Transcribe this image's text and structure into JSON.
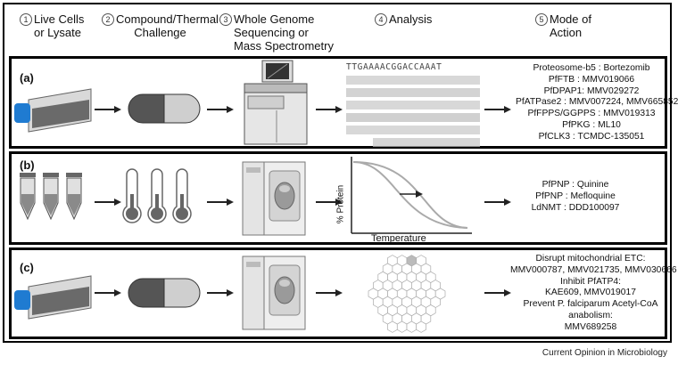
{
  "steps": [
    {
      "num": "1",
      "line1": "Live Cells",
      "line2": "or Lysate"
    },
    {
      "num": "2",
      "line1": "Compound/Thermal",
      "line2": "Challenge"
    },
    {
      "num": "3",
      "line1": "Whole Genome",
      "line2": "Sequencing or",
      "line3": "Mass Spectrometry"
    },
    {
      "num": "4",
      "line1": "Analysis"
    },
    {
      "num": "5",
      "line1": "Mode of",
      "line2": "Action"
    }
  ],
  "rows": [
    {
      "label": "(a)",
      "moa": [
        "Proteosome-b5 : Bortezomib",
        "PfFTB : MMV019066",
        "PfDPAP1: MMV029272",
        "PfATPase2 : MMV007224, MMV665852",
        "PfFPPS/GGPPS : MMV019313",
        "PfPKG : ML10",
        "PfCLK3 : TCMDC-135051"
      ]
    },
    {
      "label": "(b)",
      "moa": [
        "PfPNP : Quinine",
        "PfPNP : Mefloquine",
        "LdNMT : DDD100097"
      ],
      "plot": {
        "ylabel": "% Protein",
        "xlabel": "Temperature"
      }
    },
    {
      "label": "(c)",
      "moa": [
        "Disrupt mitochondrial ETC:",
        "MMV000787, MMV021735, MMV030666",
        "Inhibit PfATP4:",
        "KAE609, MMV019017",
        "Prevent P. falciparum Acetyl-CoA",
        "anabolism:",
        "MMV689258"
      ]
    }
  ],
  "sequence_text": "TTGAAAACGGACCAAAT",
  "footer": "Current Opinion in Microbiology",
  "colors": {
    "border": "#000000",
    "capsule_dark": "#555555",
    "capsule_light": "#cfcfcf",
    "cap_blue": "#1f7bd1",
    "hex_highlight": "#bbbbbb"
  }
}
